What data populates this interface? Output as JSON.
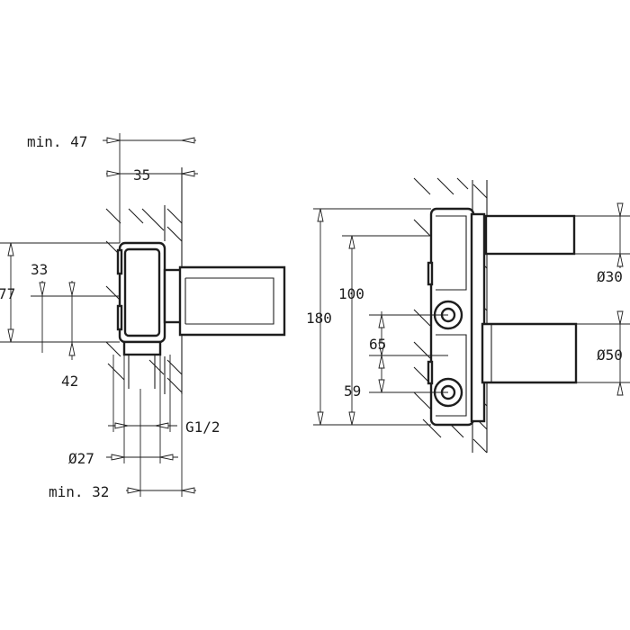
{
  "drawing": {
    "side_view": {
      "min_47": "min. 47",
      "d35": "35",
      "d33": "33",
      "d77": "77",
      "d42": "42",
      "thread": "G1/2",
      "dia27": "Ø27",
      "min_32": "min. 32"
    },
    "front_view": {
      "d180": "180",
      "d100": "100",
      "d65": "65",
      "d59": "59",
      "dia30": "Ø30",
      "dia50": "Ø50"
    }
  }
}
